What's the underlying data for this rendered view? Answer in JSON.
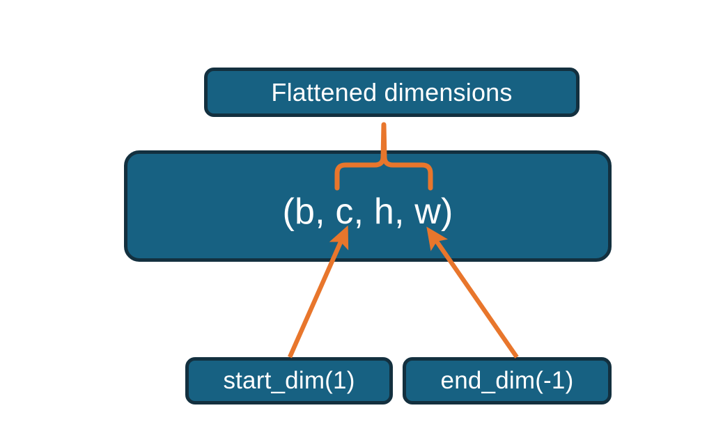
{
  "diagram": {
    "title_node": "Flattened dimensions",
    "shape_node": "(b, c, h, w)",
    "start_dim_node": "start_dim(1)",
    "end_dim_node": "end_dim(-1)",
    "colors": {
      "node_fill": "#176182",
      "node_border": "#13303f",
      "connector": "#E8762C",
      "node_text": "#ffffff",
      "background": "#ffffff"
    },
    "connectors": [
      {
        "name": "brace-to-flattened",
        "kind": "curly-brace-up",
        "from": "shape-node-middle-dims",
        "to": "title_node"
      },
      {
        "name": "start-dim-arrow",
        "kind": "arrow",
        "from": "start_dim_node",
        "to": "shape-node-dim-c"
      },
      {
        "name": "end-dim-arrow",
        "kind": "arrow",
        "from": "end_dim_node",
        "to": "shape-node-dim-w"
      }
    ]
  }
}
